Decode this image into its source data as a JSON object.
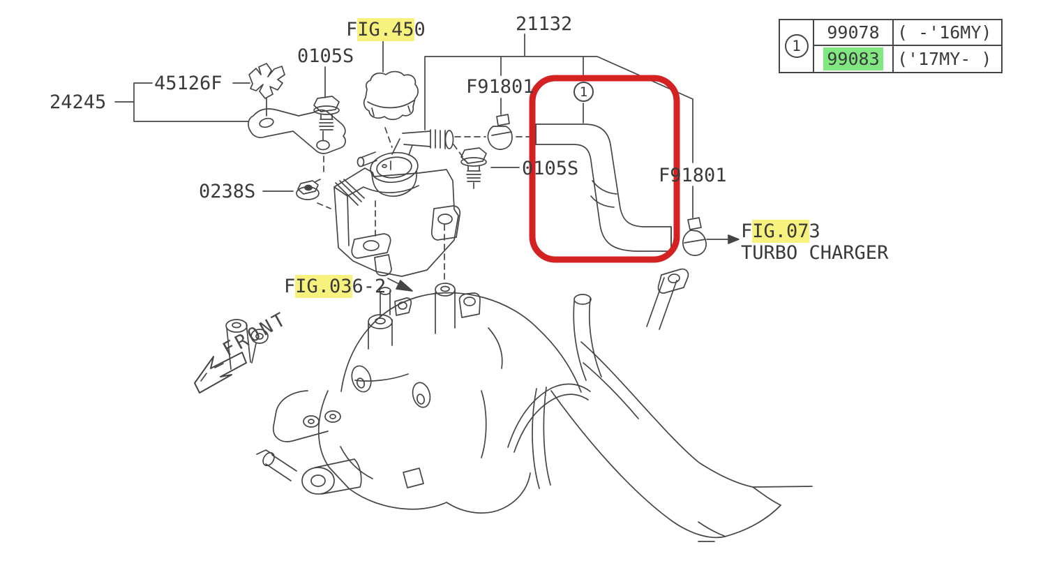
{
  "colors": {
    "line": "#454545",
    "text": "#3a3a3a",
    "highlight_yellow": "#f7f17d",
    "highlight_green": "#81e881",
    "red_box": "#d42222",
    "background": "#ffffff"
  },
  "labels": {
    "p24245": "24245",
    "p45126f": "45126F",
    "s0105_top": "0105S",
    "s0105_mid": "0105S",
    "s0238": "0238S",
    "p21132": "21132",
    "f91801_left": "F91801",
    "f91801_right": "F91801",
    "turbo_charger": "TURBO CHARGER",
    "front": "FRONT",
    "fig450": {
      "prefix": "F",
      "highlight": "IG.45",
      "suffix": "0"
    },
    "fig073": {
      "prefix": "F",
      "highlight": "IG.07",
      "suffix": "3"
    },
    "fig036": {
      "prefix": "F",
      "highlight": "IG.03",
      "suffix": "6-2"
    }
  },
  "callouts": {
    "item_1": "1"
  },
  "ref_table": {
    "callout": "1",
    "rows": [
      {
        "part_number": "99078",
        "model_years": "( -'16MY)",
        "highlighted": false
      },
      {
        "part_number": "99083",
        "model_years": "('17MY- )",
        "highlighted": true
      }
    ]
  }
}
